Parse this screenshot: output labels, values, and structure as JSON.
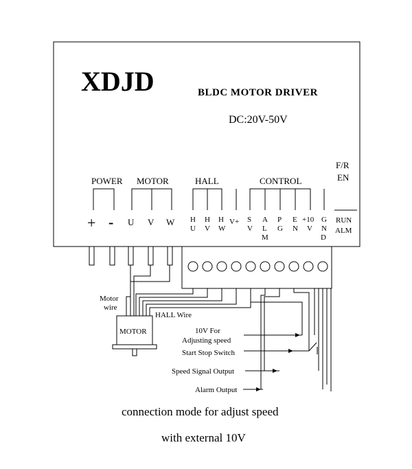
{
  "panel": {
    "logo": "XDJD",
    "title": "BLDC MOTOR DRIVER",
    "voltage": "DC:20V-50V"
  },
  "groups": {
    "power": "POWER",
    "motor": "MOTOR",
    "hall": "HALL",
    "control": "CONTROL",
    "fr": "F/R",
    "en": "EN"
  },
  "terminals": {
    "plus": "+",
    "minus": "-",
    "u": "U",
    "v": "V",
    "w": "W",
    "hu": [
      "H",
      "U"
    ],
    "hv": [
      "H",
      "V"
    ],
    "hw": [
      "H",
      "W"
    ],
    "vplus": "V+",
    "sv": [
      "S",
      "V"
    ],
    "alm": [
      "A",
      "L",
      "M"
    ],
    "pg": [
      "P",
      "G"
    ],
    "en": [
      "E",
      "N"
    ],
    "p10v": [
      "+10",
      "V"
    ],
    "gnd": [
      "G",
      "N",
      "D"
    ],
    "run": "RUN",
    "alm_right": "ALM"
  },
  "wiring": {
    "motor_wire": [
      "Motor",
      "wire"
    ],
    "hall_wire": "HALL Wire",
    "motor_box": "MOTOR",
    "adjust": [
      "10V For",
      "Adjusting speed"
    ],
    "start_stop": "Start Stop Switch",
    "speed_signal": "Speed Signal Output",
    "alarm": "Alarm Output"
  },
  "caption": {
    "line1": "connection mode for adjust speed",
    "line2": "with external 10V"
  }
}
